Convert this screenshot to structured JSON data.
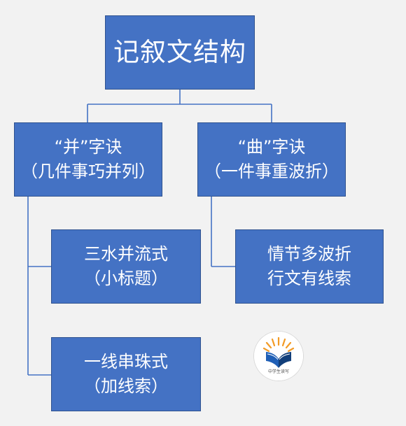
{
  "diagram": {
    "root": {
      "label": "记叙文结构"
    },
    "left_branch": {
      "title_line1": "“并”字诀",
      "title_line2": "（几件事巧并列）",
      "children": [
        {
          "line1": "三水并流式",
          "line2": "（小标题）"
        },
        {
          "line1": "一线串珠式",
          "line2": "（加线索）"
        }
      ]
    },
    "right_branch": {
      "title_line1": "“曲”字诀",
      "title_line2": "（一件事重波折）",
      "child": {
        "line1": "情节多波折",
        "line2": "行文有线索"
      }
    }
  },
  "logo": {
    "text": "中学生读写",
    "colors": {
      "blue": "#1f5fb6",
      "orange": "#f39b25",
      "dark_blue": "#123f7a"
    }
  },
  "colors": {
    "background": "#f2f2f2",
    "box_fill": "#4472c4",
    "box_border": "#2f528f",
    "connector": "#4472c4",
    "text": "#ffffff"
  }
}
